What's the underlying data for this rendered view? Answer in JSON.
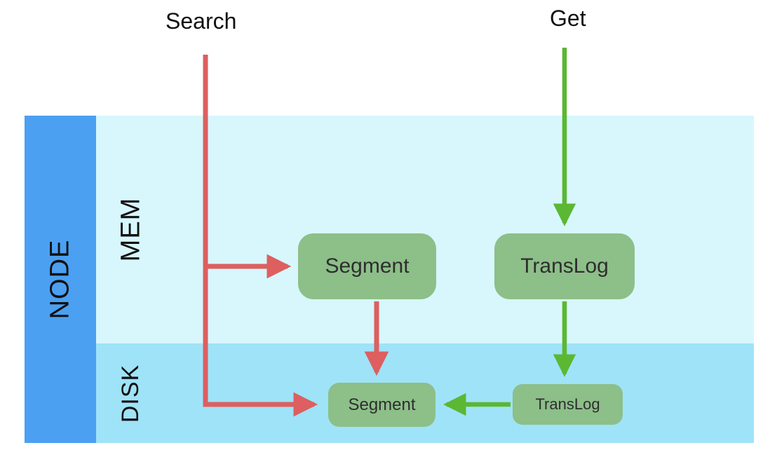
{
  "diagram": {
    "flows": {
      "search_label": "Search",
      "get_label": "Get"
    },
    "regions": {
      "node_label": "NODE",
      "mem_label": "MEM",
      "disk_label": "DISK"
    },
    "boxes": {
      "mem_segment_label": "Segment",
      "mem_translog_label": "TransLog",
      "disk_segment_label": "Segment",
      "disk_translog_label": "TransLog"
    },
    "colors": {
      "node_bar": "#4ba0f1",
      "mem_region": "#d7f7fd",
      "disk_region": "#9fe3f8",
      "box_fill": "#8dbf89",
      "search_flow_arrow": "#dd5f5f",
      "get_flow_arrow": "#5cb733",
      "label_text": "#111111"
    }
  }
}
